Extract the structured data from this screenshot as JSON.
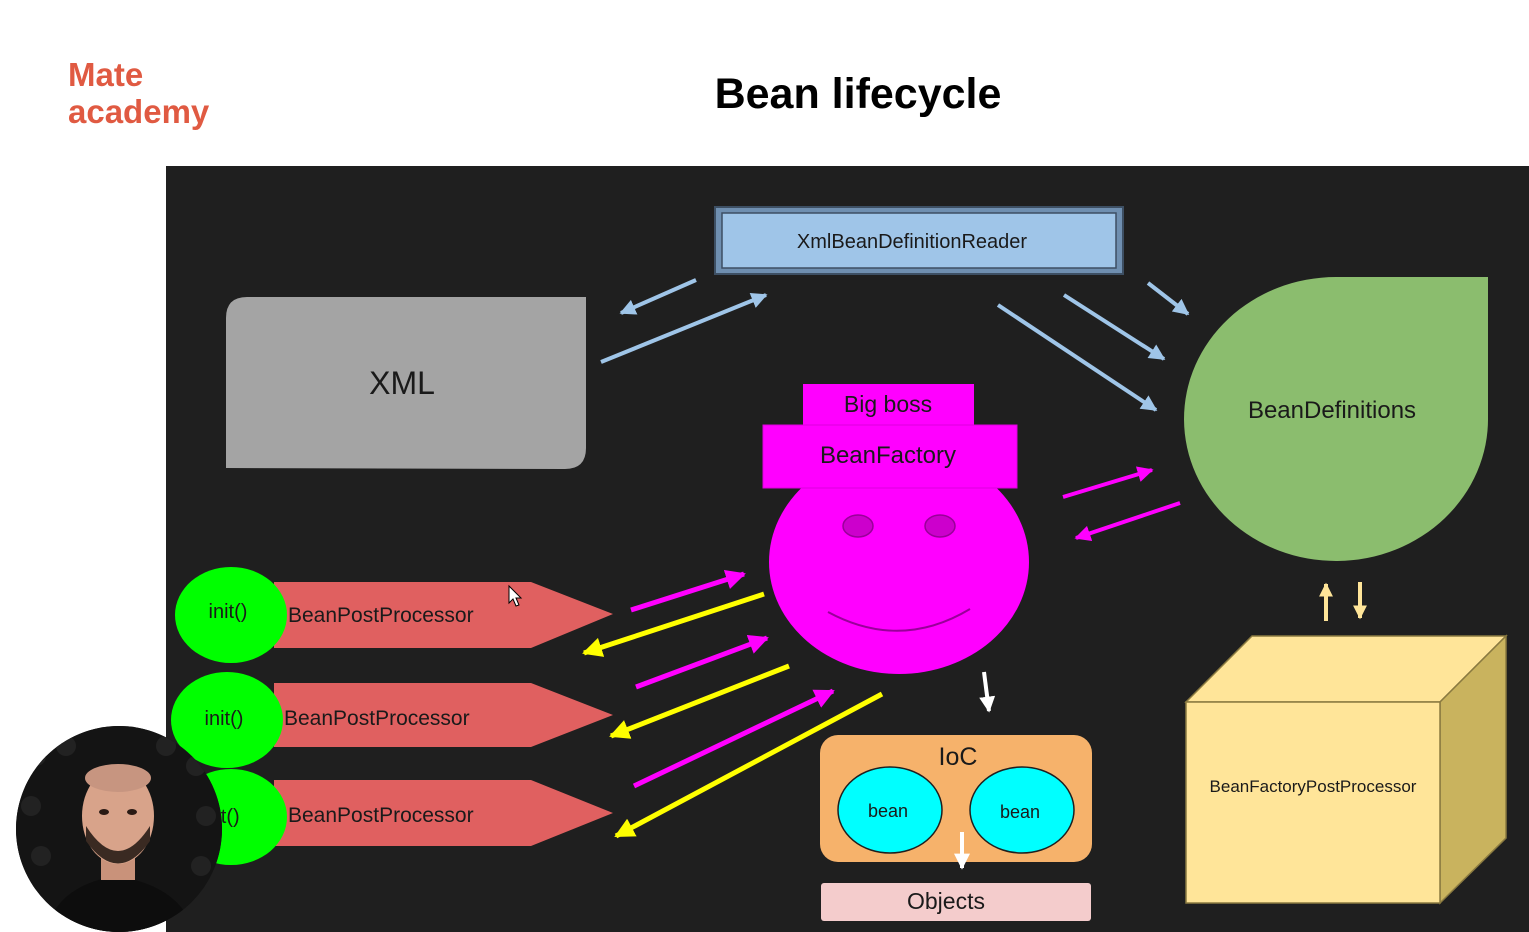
{
  "header": {
    "logo_line1": "Mate",
    "logo_line2": "academy",
    "title": "Bean lifecycle"
  },
  "diagram": {
    "reader": "XmlBeanDefinitionReader",
    "xml": "XML",
    "bean_definitions": "BeanDefinitions",
    "hat_top": "Big boss",
    "hat_band": "BeanFactory",
    "ioc": "IoC",
    "bean_left": "bean",
    "bean_right": "bean",
    "objects": "Objects",
    "factory_post_processor": "BeanFactoryPostProcessor",
    "rows": [
      {
        "init": "init()",
        "processor": "BeanPostProcessor"
      },
      {
        "init": "init()",
        "processor": "BeanPostProcessor"
      },
      {
        "init": "it()",
        "processor": "BeanPostProcessor"
      }
    ]
  },
  "colors": {
    "logo": "#e05a42",
    "panel": "#1f1f1f",
    "magenta": "#ff00ff",
    "yellow": "#ffff00",
    "light_blue": "#9fc5e8",
    "green": "#8bbd6e",
    "orange": "#f6b26b",
    "cyan": "#00ffff",
    "pink": "#f4cccc",
    "cube": "#ffe599",
    "processor_red": "#e06060",
    "init_green": "#00ff00"
  },
  "video": {
    "label": "presenter-webcam"
  }
}
